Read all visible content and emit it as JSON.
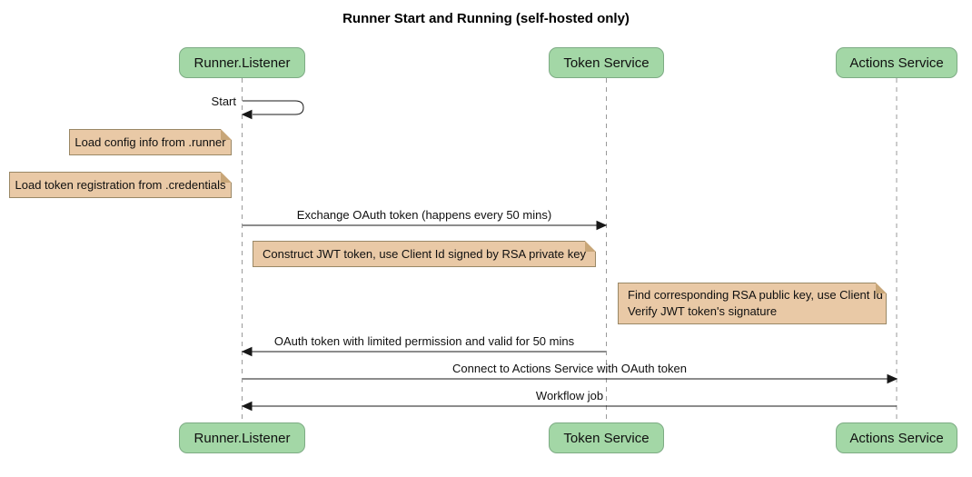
{
  "title": "Runner Start and Running (self-hosted only)",
  "diagram_type": "sequence",
  "participants": [
    {
      "name": "Runner.Listener"
    },
    {
      "name": "Token Service"
    },
    {
      "name": "Actions Service"
    }
  ],
  "messages": {
    "start": "Start",
    "exchange_oauth": "Exchange OAuth token (happens every 50 mins)",
    "oauth_return": "OAuth token with limited permission and valid for 50 mins",
    "connect": "Connect to Actions Service with OAuth token",
    "workflow_job": "Workflow job"
  },
  "notes": {
    "load_config": "Load config info from .runner",
    "load_token_registration": "Load token registration from .credentials",
    "construct_jwt": "Construct JWT token, use Client Id signed by RSA private key",
    "find_rsa": {
      "line1": "Find corresponding RSA public key, use Client Id",
      "line2": "Verify JWT token's signature"
    }
  },
  "colors": {
    "background": "#ffffff",
    "participant_fill": "#a3d7a6",
    "participant_border": "#7dab84",
    "note_fill": "#e9c9a6",
    "note_border": "#9a8866",
    "lifeline": "#999999",
    "arrow": "#181818",
    "text": "#101010"
  }
}
